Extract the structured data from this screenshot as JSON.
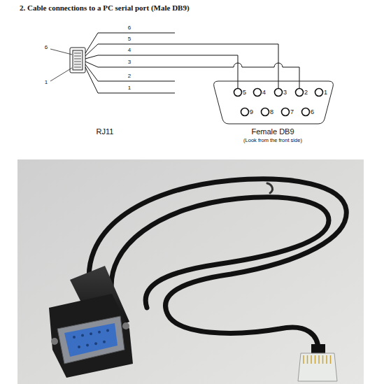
{
  "diagram": {
    "title": "2. Cable connections to a PC serial port (Male DB9)",
    "labels": [
      "6",
      "5",
      "4",
      "3",
      "2",
      "1",
      "6",
      "1",
      "5",
      "4",
      "3",
      "2",
      "1",
      "9",
      "8",
      "7",
      "6",
      "RJ11",
      "Female DB9",
      "(Look from the front side)"
    ]
  }
}
